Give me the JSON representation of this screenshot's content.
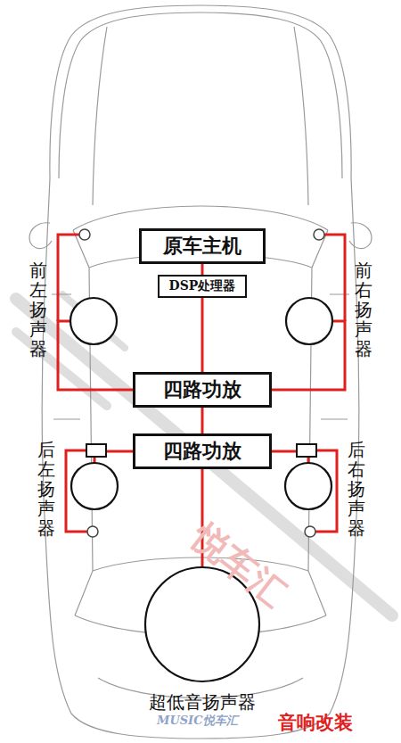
{
  "diagram": {
    "nodes": [
      {
        "text": [
          "原车主机"
        ]
      },
      {
        "text": [
          "DSP处理器"
        ]
      },
      {
        "text": [
          "前左扬声器"
        ]
      },
      {
        "text": [
          "前右扬声器"
        ]
      },
      {
        "text": [
          "四路功放"
        ]
      },
      {
        "text": [
          "四路功放"
        ]
      },
      {
        "text": [
          "后左扬声器"
        ]
      },
      {
        "text": [
          "后右扬声器"
        ]
      },
      {
        "text": [
          "超低音扬声器"
        ]
      }
    ],
    "edges": [
      {
        "from": 0,
        "to": 1,
        "arrow": "none"
      },
      {
        "from": 1,
        "to": 4,
        "arrow": "none"
      },
      {
        "from": 4,
        "to": 2,
        "arrow": "none"
      },
      {
        "from": 4,
        "to": 3,
        "arrow": "none"
      },
      {
        "from": 4,
        "to": 5,
        "arrow": "none"
      },
      {
        "from": 5,
        "to": 6,
        "arrow": "none"
      },
      {
        "from": 5,
        "to": 7,
        "arrow": "none"
      },
      {
        "from": 5,
        "to": 8,
        "arrow": "none"
      }
    ],
    "labels": [
      "悦车汇",
      "MUSIC悦车汇",
      "音响改装"
    ]
  }
}
